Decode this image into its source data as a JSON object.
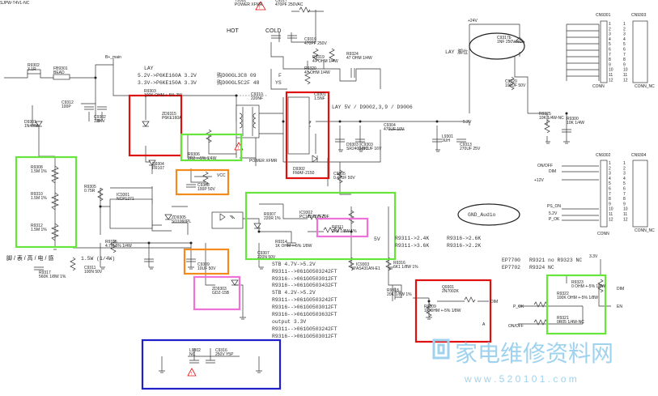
{
  "labels": {
    "hot": "HOT",
    "cold": "COLD",
    "lay_top": "LAY",
    "lay_vline1": "5.2V->P6KE160A 3.2V",
    "lay_vline1b": "购D00GL3C8 09",
    "lay_vline1c": "F",
    "lay_vline2": "3.3V->P6KE150A 3.3V",
    "lay_vline2b": "购D00GL5C2F 48",
    "lay_vline2c": "YS",
    "lay_d_note": "LAY 5V / D9002,3,9 / D9006",
    "lay_right": "LAY 脚位",
    "bottom_note": "脚 / 表 / 高 / 电 / 感",
    "bottom_note2": "1.5W (1/4W)",
    "v5": "5V",
    "gnd_audio": "GND_Audio",
    "r_note_a": "R9311->2.4K",
    "r_note_b": "R9316->2.6K",
    "r_note_c": "R9311->3.6K",
    "r_note_d": "R9316->2.2K",
    "ep_a": "EP7700",
    "ep_b": "EP7702",
    "ep_c": "R9321 no R9323 NC",
    "ep_d": "R9324 NC",
    "v_24": "+24V",
    "v_5v": "5.2V",
    "v_33": "3.3V",
    "v_12": "+12V",
    "vcc": "VCC",
    "p_dim": "DIM",
    "p_onoff": "ON/OFF",
    "p_ps_on": "PS_ON",
    "p_5v": "5.2V",
    "p_pok": "P_OK",
    "p_ok2": "P_OK",
    "p_onoff2": "ON/OFF",
    "p_en": "EN",
    "p_dim2": "DIM",
    "p_d": "DIM",
    "p_a": "A",
    "c_power": "POWER XFMR",
    "conn1": "CN9301",
    "conn2": "CN9302",
    "conn_lbl1": "CONN_NC",
    "conn_lbl2": "CONN",
    "conn_lbl3": "CONN_NC",
    "conn_lbl4": "CONN",
    "conn_lbl5": "CN9303",
    "conn_lbl6": "CN9304"
  },
  "spec_lines": [
    "STB 4.7V->5.2V",
    "R9311-->061G0503242FT",
    "R9316-->061G0503012FT",
    "R9316-->061G0503432FT",
    "STB 4.2V->5.2V",
    "R9311-->061G0503242FT",
    "R9316-->061G0503012FT",
    "R9316-->061G0503632FT",
    "output 3.3V",
    "R9311-->061G0503242FT",
    "R9316-->061G0503012FT"
  ],
  "components": [
    {
      "ref": "R9302",
      "val": "3.1R"
    },
    {
      "ref": "FB9301",
      "val": "BEAD"
    },
    {
      "ref": "B+_main",
      "val": ""
    },
    {
      "ref": "C9312",
      "val": "100P"
    },
    {
      "ref": "C9302",
      "val": "1.5KV"
    },
    {
      "ref": "D9301",
      "val": "1N4007"
    },
    {
      "ref": "R9303",
      "val": "100K OHM +-5% 2W"
    },
    {
      "ref": "ZD9315",
      "val": "P6KE160A"
    },
    {
      "ref": "R9306",
      "val": "2R2 +-5% 1/4W"
    },
    {
      "ref": "D9304",
      "val": "FR107"
    },
    {
      "ref": "R9308",
      "val": "1.5M 1%"
    },
    {
      "ref": "R9310",
      "val": "1.5M 1%"
    },
    {
      "ref": "R9312",
      "val": "1.5M 1%"
    },
    {
      "ref": "R9305",
      "val": "0.75R"
    },
    {
      "ref": "IC9301",
      "val": "NCP1271"
    },
    {
      "ref": "ZD9305",
      "val": "SD1060PL"
    },
    {
      "ref": "C9308",
      "val": "100P 50V"
    },
    {
      "ref": "C9309",
      "val": "10UF 50V"
    },
    {
      "ref": "ZD9303",
      "val": "GDZ-15B"
    },
    {
      "ref": "R9315",
      "val": "4.7M 5% 1/4W"
    },
    {
      "ref": "C9311",
      "val": "100N 50V"
    },
    {
      "ref": "R9317",
      "val": "560K 1/8W 1%"
    },
    {
      "ref": "C9310",
      "val": "220NF"
    },
    {
      "ref": "T9301",
      "val": "POWER XFMR"
    },
    {
      "ref": "C9317",
      "val": "470PF 250VAC"
    },
    {
      "ref": "C9319",
      "val": "470PF 250V"
    },
    {
      "ref": "R9319",
      "val": "47 OHM 1/4W"
    },
    {
      "ref": "R9320",
      "val": "47 OHM 1/4W"
    },
    {
      "ref": "R9324",
      "val": "47 OHM 1/4W"
    },
    {
      "ref": "C9301",
      "val": "1.5NF"
    },
    {
      "ref": "D9302",
      "val": "FMAF-2150"
    },
    {
      "ref": "D9303",
      "val": "SR2400-NC"
    },
    {
      "ref": "C9303",
      "val": "470UF 16V"
    },
    {
      "ref": "C9304",
      "val": "470UF 10V"
    },
    {
      "ref": "L9301",
      "val": "3UH"
    },
    {
      "ref": "C9313",
      "val": "270UF 25V"
    },
    {
      "ref": "C9305",
      "val": "0.47UF 50V"
    },
    {
      "ref": "R9307",
      "val": "220R 1%"
    },
    {
      "ref": "IC9302",
      "val": "PC123X8YFZ0F"
    },
    {
      "ref": "R9311",
      "val": "2K4 1/8W 1%"
    },
    {
      "ref": "R9314",
      "val": "1K OHM +-5% 1/8W"
    },
    {
      "ref": "C9307",
      "val": "220N 50V"
    },
    {
      "ref": "IC9303",
      "val": "AS431AN-E1"
    },
    {
      "ref": "R9316",
      "val": "6K1 1/8W 1%"
    },
    {
      "ref": "R9318",
      "val": "20K 1/8W 1%"
    },
    {
      "ref": "Q9301",
      "val": "2N7002K"
    },
    {
      "ref": "R9309",
      "val": "1K OHM +-5% 1/8W"
    },
    {
      "ref": "R9322",
      "val": "100K OHM +-5% 1/8W"
    },
    {
      "ref": "R9321",
      "val": "0R05 1/4W-NC"
    },
    {
      "ref": "R9323",
      "val": "0 OHM +-5% 1/8W"
    },
    {
      "ref": "R9325",
      "val": "10K 1/4W-NC"
    },
    {
      "ref": "R9300",
      "val": "10K 1/4W"
    },
    {
      "ref": "C9320",
      "val": "100UF 50V"
    },
    {
      "ref": "L9302",
      "val": "NC"
    },
    {
      "ref": "C9316",
      "val": "250V Y5P"
    },
    {
      "ref": "C9317b",
      "val": "1NF 250V-NC"
    },
    {
      "ref": "D9306",
      "val": "SJPW-T4VL-NC"
    }
  ],
  "connector_pins": [
    "1",
    "2",
    "3",
    "4",
    "5",
    "6",
    "7",
    "8",
    "9",
    "10",
    "11",
    "12"
  ],
  "watermark": {
    "brand": "家电维修资料网",
    "url": "w w w . 5 2 0 1 0 1 . c o m"
  },
  "colors": {
    "red": "#e01010",
    "green": "#66e63c",
    "orange": "#f28a1e",
    "pink": "#f072d8",
    "blue": "#2020c8",
    "watermark": "#9fd2ee"
  }
}
